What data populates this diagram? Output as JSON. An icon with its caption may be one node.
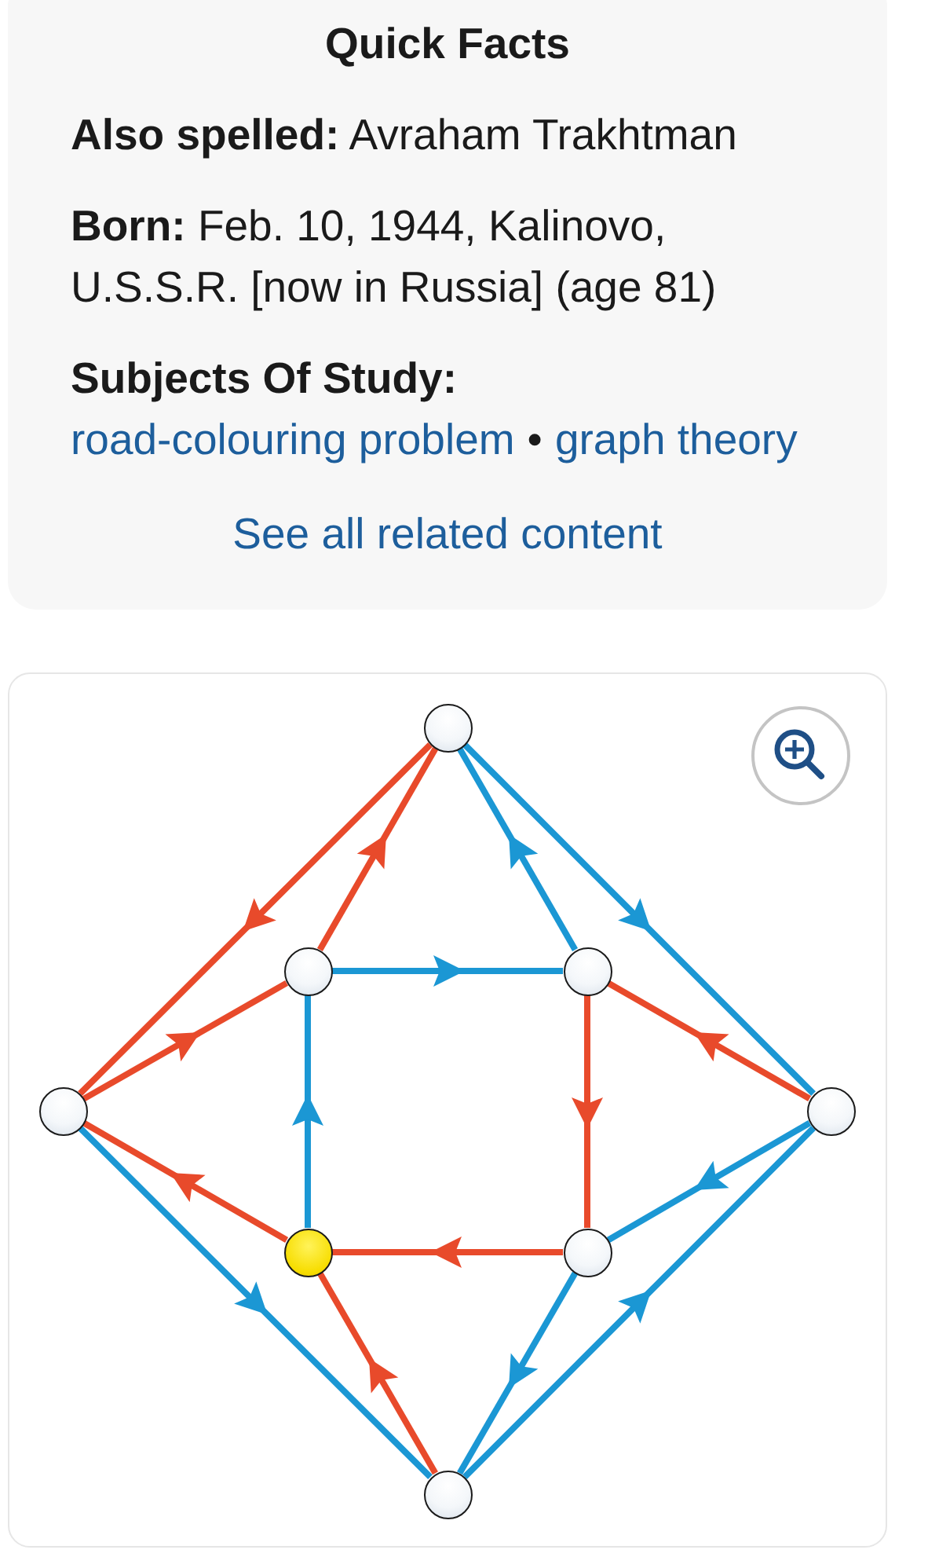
{
  "diagram": {
    "nodes": [
      {
        "text": [
          "Quick Facts",
          "**Also spelled:** Avraham Trakhtman",
          "**Born:** Feb. 10, 1944, Kalinovo, U.S.S.R. [now in Russia] (age 81)",
          "Subjects Of Study:",
          "road-colouring problem",
          "•",
          "graph theory",
          "See all related content"
        ]
      },
      {
        "text": [],
        "shape": "circle"
      },
      {
        "text": [],
        "shape": "circle"
      },
      {
        "text": [],
        "shape": "circle"
      },
      {
        "text": [],
        "shape": "circle"
      },
      {
        "text": [],
        "shape": "circle"
      },
      {
        "text": [],
        "shape": "circle"
      },
      {
        "text": [],
        "shape": "circle"
      },
      {
        "text": [],
        "shape": "circle"
      }
    ],
    "edges": [
      {
        "from": 1,
        "to": 4,
        "arrow": "to",
        "color": "#e84a2b"
      },
      {
        "from": 2,
        "to": 1,
        "arrow": "to",
        "color": "#e84a2b"
      },
      {
        "from": 3,
        "to": 1,
        "arrow": "to",
        "color": "#1b97d4"
      },
      {
        "from": 1,
        "to": 5,
        "arrow": "to",
        "color": "#1b97d4"
      },
      {
        "from": 4,
        "to": 2,
        "arrow": "to",
        "color": "#e84a2b"
      },
      {
        "from": 2,
        "to": 3,
        "arrow": "to",
        "color": "#1b97d4"
      },
      {
        "from": 6,
        "to": 2,
        "arrow": "to",
        "color": "#1b97d4"
      },
      {
        "from": 5,
        "to": 3,
        "arrow": "to",
        "color": "#e84a2b"
      },
      {
        "from": 3,
        "to": 7,
        "arrow": "to",
        "color": "#e84a2b"
      },
      {
        "from": 6,
        "to": 4,
        "arrow": "to",
        "color": "#e84a2b"
      },
      {
        "from": 4,
        "to": 8,
        "arrow": "to",
        "color": "#1b97d4"
      },
      {
        "from": 7,
        "to": 6,
        "arrow": "to",
        "color": "#e84a2b"
      },
      {
        "from": 5,
        "to": 7,
        "arrow": "to",
        "color": "#1b97d4"
      },
      {
        "from": 8,
        "to": 5,
        "arrow": "to",
        "color": "#1b97d4"
      },
      {
        "from": 8,
        "to": 6,
        "arrow": "to",
        "color": "#e84a2b"
      },
      {
        "from": 7,
        "to": 8,
        "arrow": "to",
        "color": "#1b97d4"
      }
    ]
  }
}
